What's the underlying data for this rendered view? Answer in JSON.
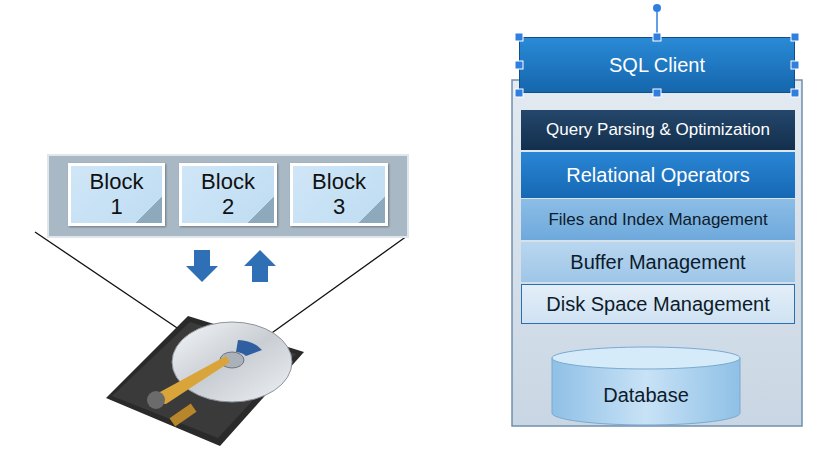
{
  "diagram": {
    "nodes": [
      {
        "text": [
          "Block 1"
        ]
      },
      {
        "text": [
          "Block 2"
        ]
      },
      {
        "text": [
          "Block 3"
        ]
      },
      {
        "text": [
          "SQL Client"
        ]
      },
      {
        "text": [
          "Query Parsing & Optimization"
        ]
      },
      {
        "text": [
          "Relational Operators"
        ]
      },
      {
        "text": [
          "Files and Index Management"
        ]
      },
      {
        "text": [
          "Buffer Management"
        ]
      },
      {
        "text": [
          "Disk Space Management"
        ]
      },
      {
        "text": [
          "Database"
        ]
      }
    ]
  }
}
